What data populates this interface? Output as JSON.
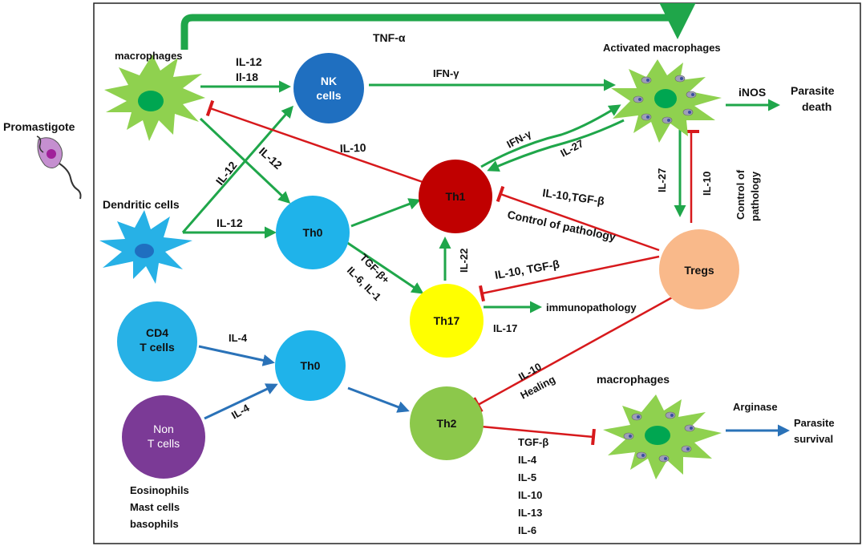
{
  "labels": {
    "promastigote": "Promastigote",
    "macrophages_top": "macrophages",
    "dendritic_cells": "Dendritic cells",
    "activated_macrophages": "Activated macrophages",
    "parasite_death_1": "Parasite",
    "parasite_death_2": "death",
    "inos": "iNOS",
    "tnf_alpha": "TNF-α",
    "il12_il18_a": "IL-12",
    "il12_il18_b": "Il-18",
    "ifn_gamma_nk": "IFN-γ",
    "il10_mac": "IL-10",
    "il12_dc_nk": "IL-12",
    "il12_mac_th0": "IL-12",
    "il12_dc_th0": "IL-12",
    "ifn_gamma_th1": "IFN-γ",
    "il27_th1": "IL-27",
    "il27_tregs": "IL-27",
    "il10_tregs": "IL-10",
    "control_of_pathology_v1": "Control of",
    "control_of_pathology_v2": "pathology",
    "il10_tgfb_th1": "IL-10,TGF-β",
    "control_of_pathology_diag": "Control of pathology",
    "tgfb_plus": "TGF-β+",
    "il6_il1": "IL-6, IL-1",
    "il22": "IL-22",
    "il10_tgfb_th17": "IL-10, TGF-β",
    "immunopathology": "immunopathology",
    "il17": "IL-17",
    "il4_cd4": "IL-4",
    "il4_non": "IL-4",
    "il10_th2": "IL-10",
    "healing": "Healing",
    "macrophages_bottom": "macrophages",
    "arginase": "Arginase",
    "parasite_survival_1": "Parasite",
    "parasite_survival_2": "survival",
    "eosinophils": "Eosinophils",
    "mast_cells": "Mast cells",
    "basophils": "basophils"
  },
  "th2_cytokines": [
    "TGF-β",
    "IL-4",
    "IL-5",
    "IL-10",
    "IL-13",
    "IL-6"
  ],
  "nodes": {
    "nk": [
      "NK",
      "cells"
    ],
    "th0_top": "Th0",
    "th1": "Th1",
    "th17": "Th17",
    "tregs": "Tregs",
    "cd4": [
      "CD4",
      "T cells"
    ],
    "th0_bottom": "Th0",
    "non_t": [
      "Non",
      "T cells"
    ],
    "th2": "Th2"
  },
  "colors": {
    "activating_arrow": "#1fa64a",
    "th2_arrow": "#2a72b8",
    "inhibition": "#d7191c",
    "nk": "#1f6fc0",
    "th0": "#1fb3ea",
    "th1": "#c00000",
    "th17": "#ffff00",
    "tregs": "#f9b98a",
    "cd4": "#27b1e6",
    "non_t": "#7b3a96",
    "th2": "#8cc84b",
    "macrophage": "#8fd14f",
    "dendritic": "#27b1e6"
  }
}
